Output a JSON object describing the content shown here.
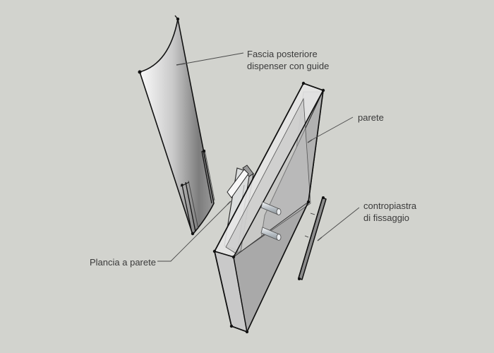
{
  "labels": {
    "fascia": {
      "line1": "Fascia posteriore",
      "line2": "dispenser con guide"
    },
    "parete": {
      "line1": "parete"
    },
    "contropiastra": {
      "line1": "contropiastra",
      "line2": "di fissaggio"
    },
    "plancia": {
      "line1": "Plancia a parete"
    }
  },
  "colors": {
    "background": "#d2d3ce",
    "outline": "#111111",
    "leader": "#4a4a4a",
    "text": "#3a3a3a"
  }
}
